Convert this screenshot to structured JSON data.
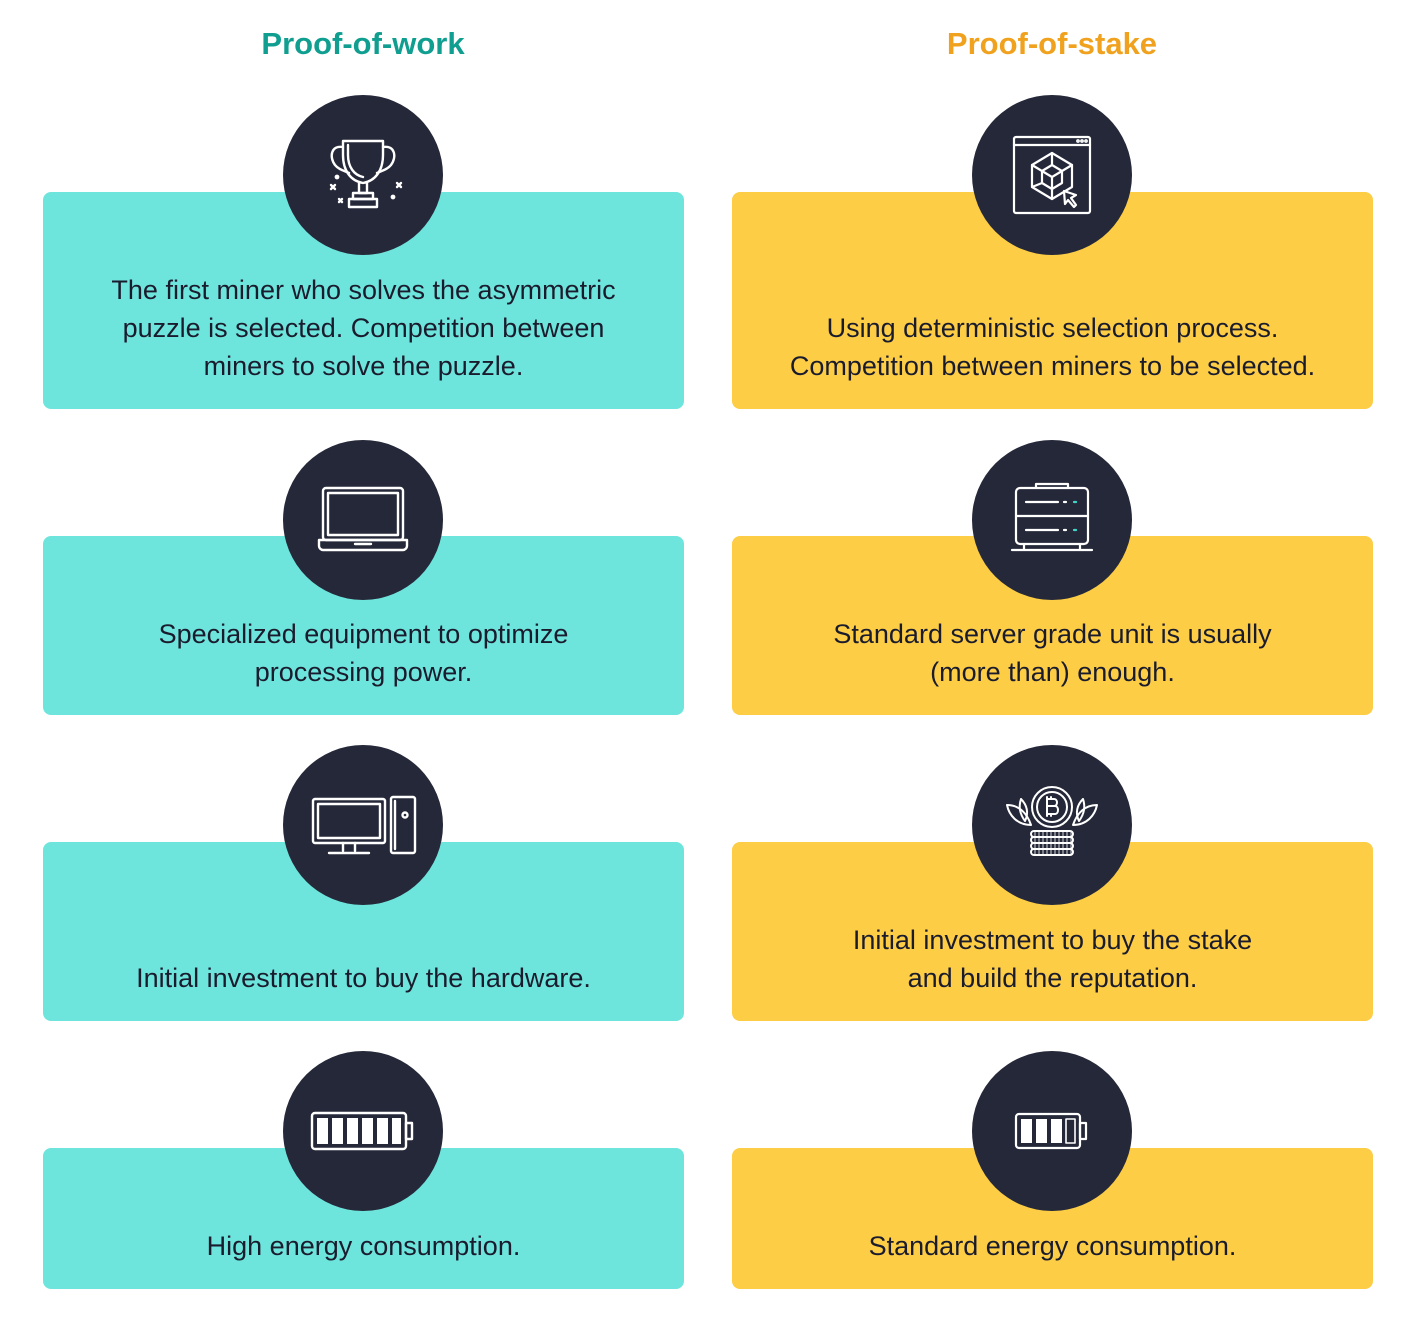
{
  "colors": {
    "pow_title": "#0f9e8f",
    "pos_title": "#f0a21e",
    "pow_card": "#6ee5dc",
    "pos_card": "#fdcd45",
    "badge": "#252839",
    "text": "#1a1c2e"
  },
  "columns": [
    {
      "title": "Proof-of-work",
      "rows": [
        {
          "icon": "trophy-icon",
          "text": "The first miner who solves the asymmetric puzzle is selected. Competition between miners to solve the puzzle."
        },
        {
          "icon": "laptop-icon",
          "text": "Specialized equipment to optimize processing power."
        },
        {
          "icon": "desktop-computer-icon",
          "text": "Initial investment to buy the hardware."
        },
        {
          "icon": "battery-full-icon",
          "text": "High energy consumption."
        }
      ]
    },
    {
      "title": "Proof-of-stake",
      "rows": [
        {
          "icon": "browser-cube-icon",
          "text": "Using deterministic selection process. Competition between miners to be selected."
        },
        {
          "icon": "server-icon",
          "text": "Standard server grade unit is usually (more than) enough."
        },
        {
          "icon": "bitcoin-stake-icon",
          "text": "Initial investment to buy the stake and build the reputation."
        },
        {
          "icon": "battery-partial-icon",
          "text": "Standard energy consumption."
        }
      ]
    }
  ]
}
